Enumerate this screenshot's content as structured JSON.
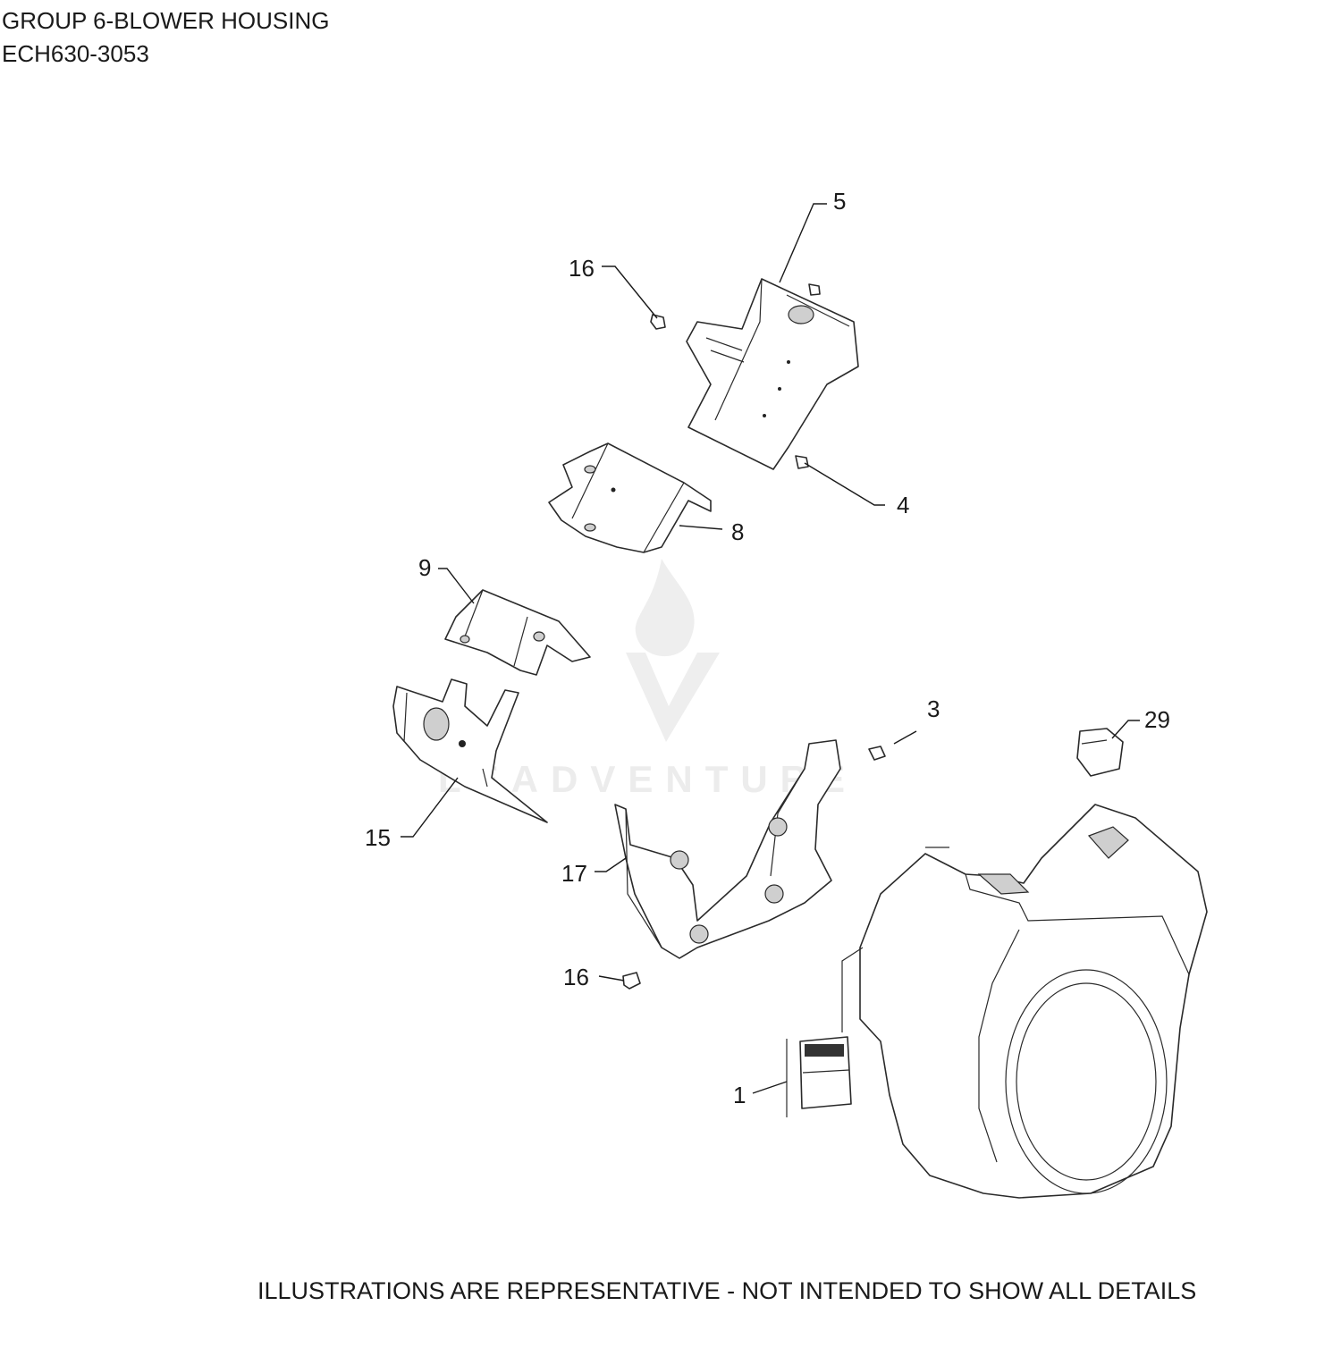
{
  "header": {
    "line1": "GROUP 6-BLOWER HOUSING",
    "line2": "ECH630-3053"
  },
  "footer": {
    "note": "ILLUSTRATIONS ARE REPRESENTATIVE - NOT INTENDED TO SHOW ALL DETAILS"
  },
  "watermark": {
    "text": "LEADVENTURE"
  },
  "callouts": {
    "c5": "5",
    "c16a": "16",
    "c4": "4",
    "c8": "8",
    "c9": "9",
    "c3": "3",
    "c29": "29",
    "c15": "15",
    "c17": "17",
    "c16b": "16",
    "c1": "1"
  }
}
